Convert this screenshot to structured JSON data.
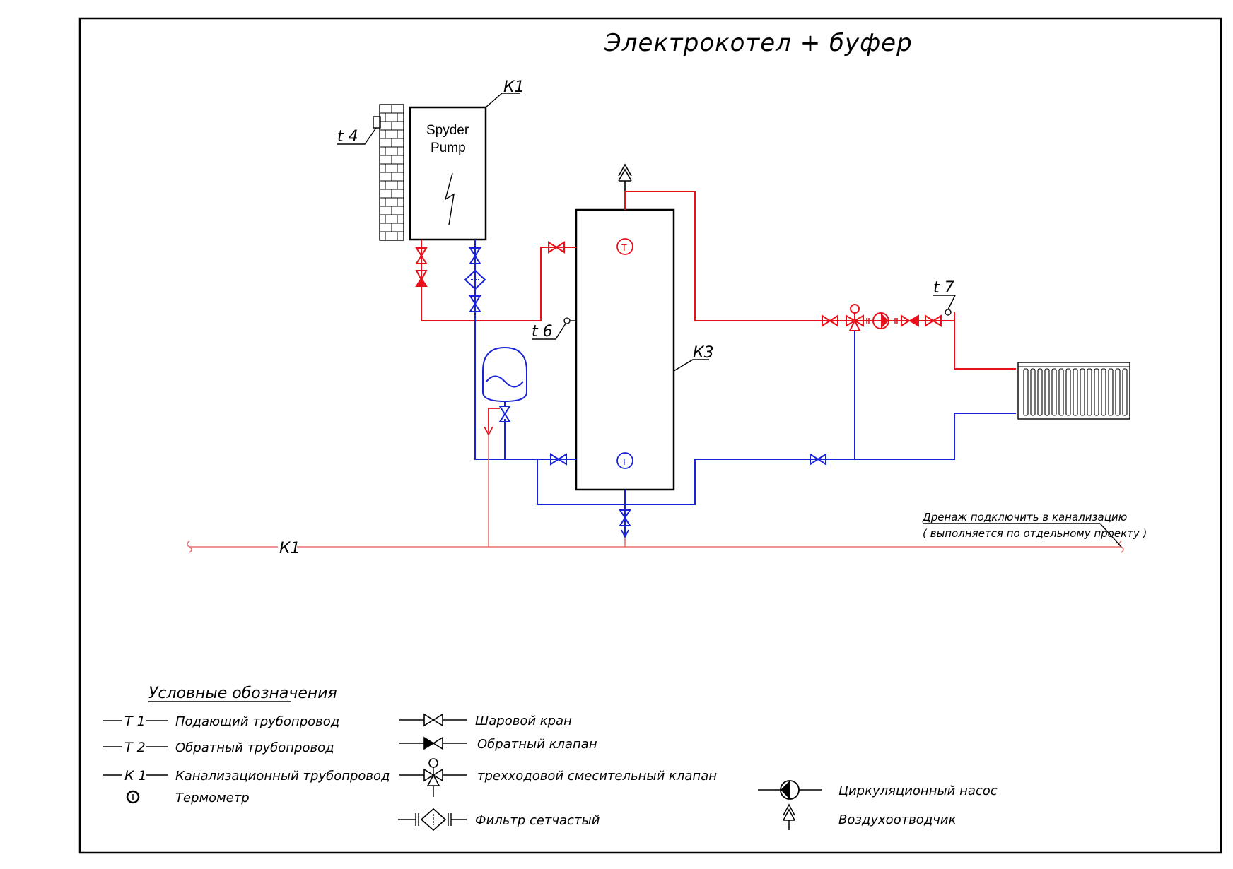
{
  "title": "Электрокотел  + буфер",
  "boiler": {
    "tag": "К1",
    "brand_line1": "Spyder",
    "brand_line2": "Pump"
  },
  "buffer_tank": {
    "tag": "К3",
    "thermometer_symbol": "T"
  },
  "sensors": {
    "t4": "t 4",
    "t6": "t 6",
    "t7": "t 7"
  },
  "sewer_line": {
    "tag": "К1"
  },
  "drain_note": {
    "line1": "Дренаж подключить в канализацию",
    "line2": "( выполняется по отдельному проекту )"
  },
  "legend": {
    "title": "Условные обозначения",
    "pipe_items": [
      {
        "code": "T 1",
        "text": "Подающий трубопровод"
      },
      {
        "code": "T 2",
        "text": "Обратный трубопровод"
      },
      {
        "code": "К 1",
        "text": "Канализационный трубопровод"
      }
    ],
    "thermometer": "Термометр",
    "ball_valve": "Шаровой кран",
    "check_valve": "Обратный клапан",
    "three_way_valve": "трехходовой  смесительный клапан",
    "strainer": "Фильтр сетчастый",
    "circulation_pump": "Циркуляционный насос",
    "air_vent": "Воздухоотводчик"
  },
  "colors": {
    "supply": "#e8101a",
    "return": "#1822d8",
    "sewer": "#e87070",
    "frame": "#000000"
  }
}
